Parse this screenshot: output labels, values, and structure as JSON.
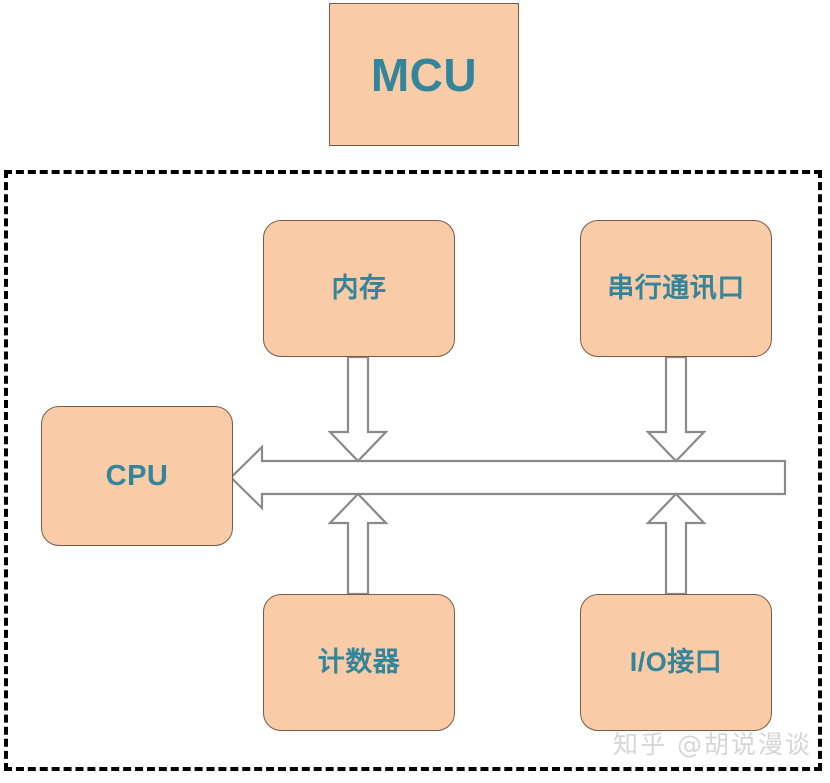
{
  "diagram": {
    "title": "MCU",
    "colors": {
      "node_fill": "#f9cba6",
      "node_border": "#7a5a48",
      "node_text": "#33859b",
      "bus_fill": "#ffffff",
      "bus_stroke": "#8a8a8a",
      "chip_boundary": "#000000",
      "watermark": "#d6d6d6",
      "background": "#ffffff"
    },
    "mcu_box": {
      "label": "MCU"
    },
    "chip_boundary": {
      "style": "dashed",
      "label": ""
    },
    "nodes": [
      {
        "id": "memory",
        "label": "内存",
        "position": "top-left"
      },
      {
        "id": "serial",
        "label": "串行通讯口",
        "position": "top-right"
      },
      {
        "id": "cpu",
        "label": "CPU",
        "position": "left"
      },
      {
        "id": "counter",
        "label": "计数器",
        "position": "bottom-left"
      },
      {
        "id": "io",
        "label": "I/O接口",
        "position": "bottom-right"
      }
    ],
    "bus": {
      "name": "system-bus",
      "orientation": "horizontal",
      "arrow_direction": "left-to-cpu"
    },
    "connections": [
      {
        "from": "memory",
        "to": "bus",
        "direction": "down"
      },
      {
        "from": "serial",
        "to": "bus",
        "direction": "down"
      },
      {
        "from": "counter",
        "to": "bus",
        "direction": "up"
      },
      {
        "from": "io",
        "to": "bus",
        "direction": "up"
      },
      {
        "from": "bus",
        "to": "cpu",
        "direction": "left"
      }
    ],
    "watermark": "知乎 @胡说漫谈"
  }
}
